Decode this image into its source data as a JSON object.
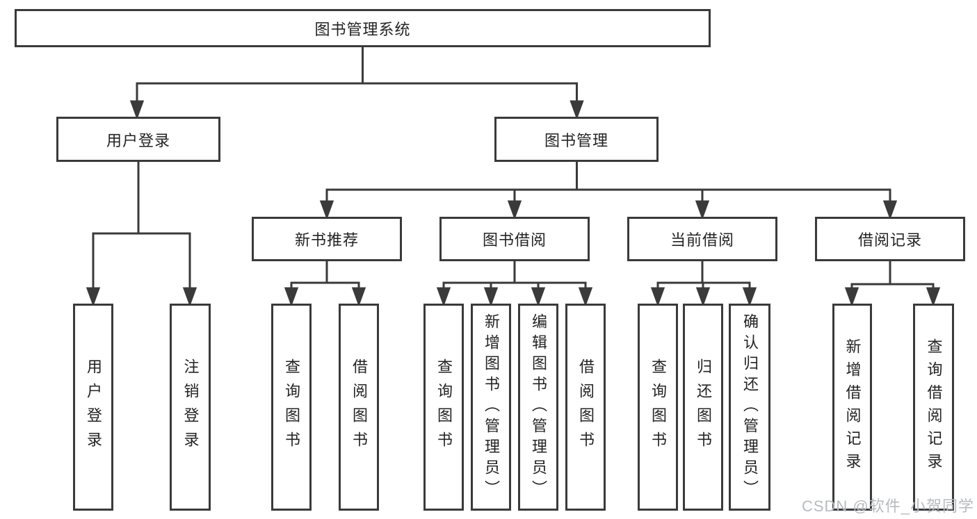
{
  "diagram": {
    "title_node": {
      "label": "图书管理系统"
    },
    "level2": [
      {
        "label": "用户登录"
      },
      {
        "label": "图书管理"
      }
    ],
    "level3": [
      {
        "label": "新书推荐",
        "parent": "图书管理"
      },
      {
        "label": "图书借阅",
        "parent": "图书管理"
      },
      {
        "label": "当前借阅",
        "parent": "图书管理"
      },
      {
        "label": "借阅记录",
        "parent": "图书管理"
      }
    ],
    "leaves": [
      {
        "label": "用户登录",
        "parent": "用户登录"
      },
      {
        "label": "注销登录",
        "parent": "用户登录"
      },
      {
        "label": "查询图书",
        "parent": "新书推荐"
      },
      {
        "label": "借阅图书",
        "parent": "新书推荐"
      },
      {
        "label": "查询图书",
        "parent": "图书借阅"
      },
      {
        "label": "新增图书（管理员）",
        "parent": "图书借阅"
      },
      {
        "label": "编辑图书（管理员）",
        "parent": "图书借阅"
      },
      {
        "label": "借阅图书",
        "parent": "图书借阅"
      },
      {
        "label": "查询图书",
        "parent": "当前借阅"
      },
      {
        "label": "归还图书",
        "parent": "当前借阅"
      },
      {
        "label": "确认归还（管理员）",
        "parent": "当前借阅"
      },
      {
        "label": "新增借阅记录",
        "parent": "借阅记录"
      },
      {
        "label": "查询借阅记录",
        "parent": "借阅记录"
      }
    ],
    "colors": {
      "line": "#3a3a3a",
      "text": "#232323",
      "box_background": "#ffffff",
      "watermark": "#b7babd"
    }
  },
  "watermark": {
    "text": "CSDN @软件_小贺同学"
  }
}
